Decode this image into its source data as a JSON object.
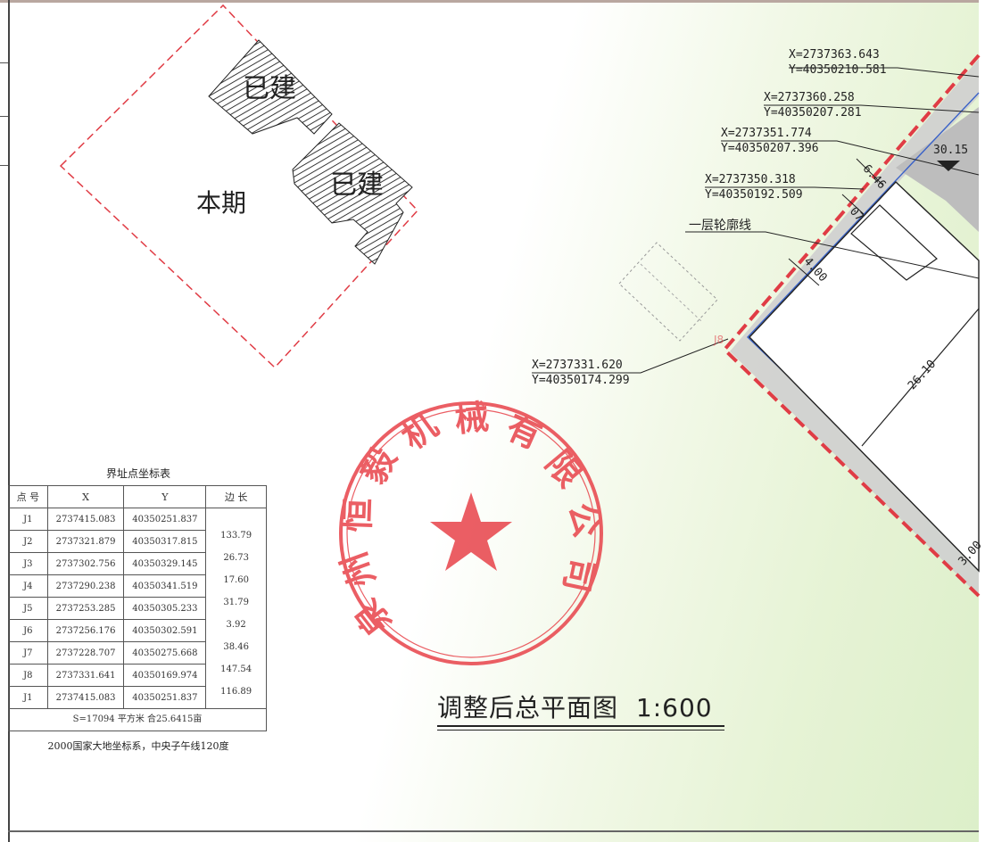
{
  "drawing": {
    "phase_label": "本期",
    "built_label_1": "已建",
    "built_label_2": "已建",
    "outline_label": "一层轮廓线",
    "marker_label": "J8",
    "dimensions": {
      "d_3015": "30.15",
      "d_646": "6.46",
      "d_07": "07",
      "d_400": "4.00",
      "d_2610": "26.10",
      "d_300": "3.00"
    },
    "coordinates": [
      {
        "x": "X=2737363.643",
        "y": "Y=40350210.581"
      },
      {
        "x": "X=2737360.258",
        "y": "Y=40350207.281"
      },
      {
        "x": "X=2737351.774",
        "y": "Y=40350207.396"
      },
      {
        "x": "X=2737350.318",
        "y": "Y=40350192.509"
      },
      {
        "x": "X=2737331.620",
        "y": "Y=40350174.299"
      }
    ]
  },
  "title": {
    "text": "调整后总平面图",
    "scale": "1:600"
  },
  "stamp": {
    "text": "泉州恒毅机械有限公司",
    "color": "#e8434a"
  },
  "table": {
    "title": "界址点坐标表",
    "headers": [
      "点 号",
      "X",
      "Y",
      "边 长"
    ],
    "rows": [
      {
        "point": "J1",
        "x": "2737415.083",
        "y": "40350251.837"
      },
      {
        "point": "J2",
        "x": "2737321.879",
        "y": "40350317.815"
      },
      {
        "point": "J3",
        "x": "2737302.756",
        "y": "40350329.145"
      },
      {
        "point": "J4",
        "x": "2737290.238",
        "y": "40350341.519"
      },
      {
        "point": "J5",
        "x": "2737253.285",
        "y": "40350305.233"
      },
      {
        "point": "J6",
        "x": "2737256.176",
        "y": "40350302.591"
      },
      {
        "point": "J7",
        "x": "2737228.707",
        "y": "40350275.668"
      },
      {
        "point": "J8",
        "x": "2737331.641",
        "y": "40350169.974"
      },
      {
        "point": "J1",
        "x": "2737415.083",
        "y": "40350251.837"
      }
    ],
    "edges": [
      "133.79",
      "26.73",
      "17.60",
      "31.79",
      "3.92",
      "38.46",
      "147.54",
      "116.89"
    ],
    "area": "S=17094 平方米 合25.6415亩",
    "note": "2000国家大地坐标系，中央子午线120度"
  },
  "colors": {
    "boundary_red": "#e03c45",
    "building_blue": "#3a62c8",
    "road_gray": "#cfcfcf",
    "stamp_red": "#e8434a"
  }
}
